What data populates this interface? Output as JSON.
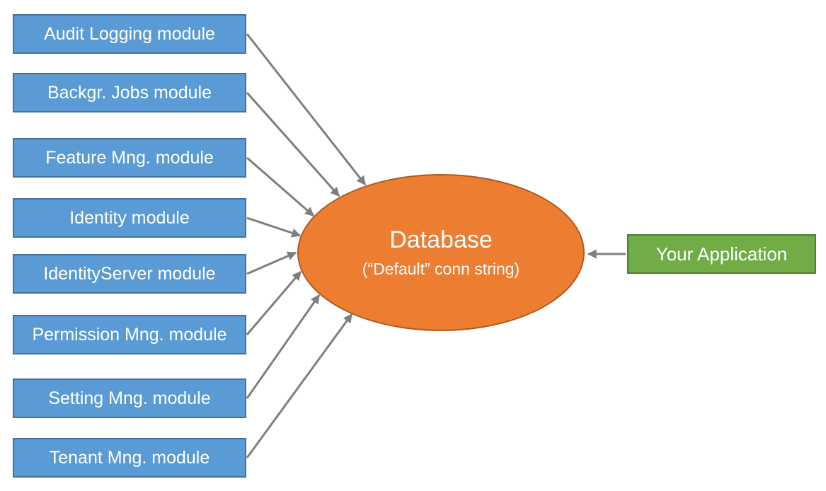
{
  "modules": [
    "Audit Logging module",
    "Backgr. Jobs module",
    "Feature Mng. module",
    "Identity module",
    "IdentityServer module",
    "Permission Mng. module",
    "Setting Mng. module",
    "Tenant Mng. module"
  ],
  "database": {
    "title": "Database",
    "subtitle": "(“Default” conn string)"
  },
  "application": {
    "label": "Your Application"
  },
  "colors": {
    "module_fill": "#5B9BD5",
    "module_border": "#41719C",
    "database_fill": "#ED7D31",
    "database_border": "#AE5A21",
    "app_fill": "#70AD47",
    "app_border": "#507E32",
    "arrow": "#7F7F7F",
    "text": "#FFFFFF"
  }
}
